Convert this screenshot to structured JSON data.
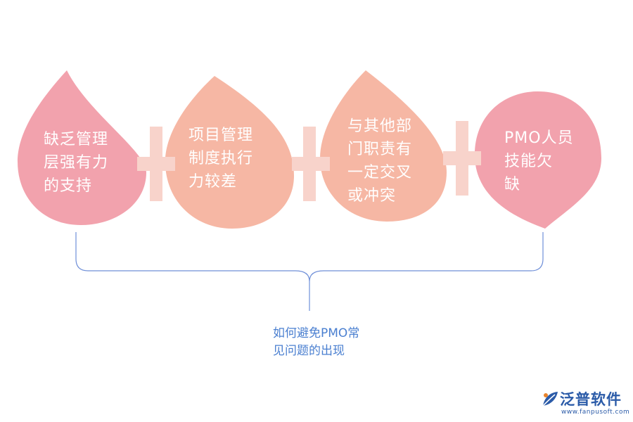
{
  "drops": [
    {
      "text": "缺乏管理\n层强有力\n的支持",
      "color": "#f2a2ad"
    },
    {
      "text": "项目管理\n制度执行\n力较差",
      "color": "#f6b7a4"
    },
    {
      "text": "与其他部\n门职责有\n一定交叉\n或冲突",
      "color": "#f6b7a4"
    },
    {
      "text": "PMO人员\n技能欠\n缺",
      "color": "#f2a2ad"
    }
  ],
  "plus_color": "#f8d3cb",
  "brace_color": "#6f8fd8",
  "caption": "如何避免PMO常\n见问题的出现",
  "logo": {
    "name": "泛普软件",
    "url": "www.fanpusoft.com"
  }
}
